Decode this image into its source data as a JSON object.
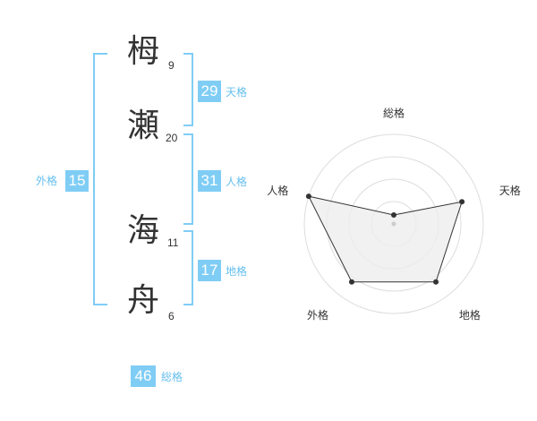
{
  "name_chars": [
    {
      "char": "栂",
      "strokes": "9"
    },
    {
      "char": "瀬",
      "strokes": "20"
    },
    {
      "char": "海",
      "strokes": "11"
    },
    {
      "char": "舟",
      "strokes": "6"
    }
  ],
  "fortune": {
    "tenkaku": {
      "value": "29",
      "label": "天格"
    },
    "jinkaku": {
      "value": "31",
      "label": "人格"
    },
    "chikaku": {
      "value": "17",
      "label": "地格"
    },
    "gaikaku": {
      "value": "15",
      "label": "外格"
    },
    "soukaku": {
      "value": "46",
      "label": "総格"
    }
  },
  "colors": {
    "accent": "#7fcdf5",
    "label": "#66bfee",
    "text": "#333333",
    "radar_fill": "#eeeeee",
    "radar_grid": "#dddddd"
  },
  "chart_data": {
    "type": "radar",
    "axes": [
      "総格",
      "天格",
      "地格",
      "外格",
      "人格"
    ],
    "series": [
      {
        "values": [
          0.1,
          0.8,
          0.8,
          0.8,
          1.0
        ]
      }
    ],
    "range": [
      0,
      1
    ],
    "rings": 4
  }
}
